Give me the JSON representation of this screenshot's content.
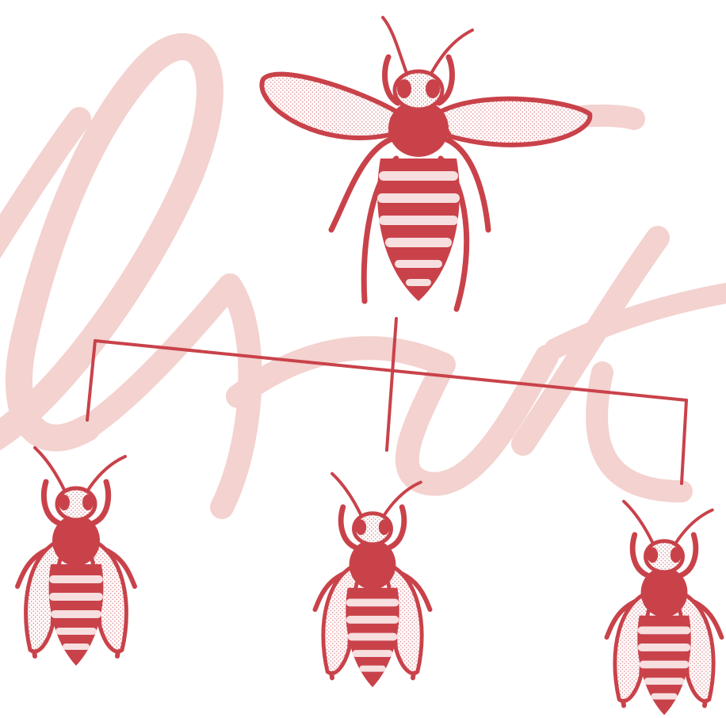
{
  "diagram": {
    "type": "hierarchy",
    "nodes": [
      {
        "id": "queen",
        "role": "parent",
        "icon": "winged-bee-icon"
      },
      {
        "id": "worker-left",
        "role": "child",
        "icon": "bee-icon"
      },
      {
        "id": "worker-center",
        "role": "child",
        "icon": "bee-icon"
      },
      {
        "id": "worker-right",
        "role": "child",
        "icon": "bee-icon"
      }
    ],
    "edges": [
      {
        "from": "queen",
        "to": "worker-left"
      },
      {
        "from": "queen",
        "to": "worker-center"
      },
      {
        "from": "queen",
        "to": "worker-right"
      }
    ]
  },
  "background": {
    "motif": "cursive-script-watermark",
    "text": ""
  },
  "colors": {
    "ink": "#c9424a",
    "stipple": "#e9a0a5",
    "watermark": "#f3d2cf",
    "background": "#ffffff"
  }
}
